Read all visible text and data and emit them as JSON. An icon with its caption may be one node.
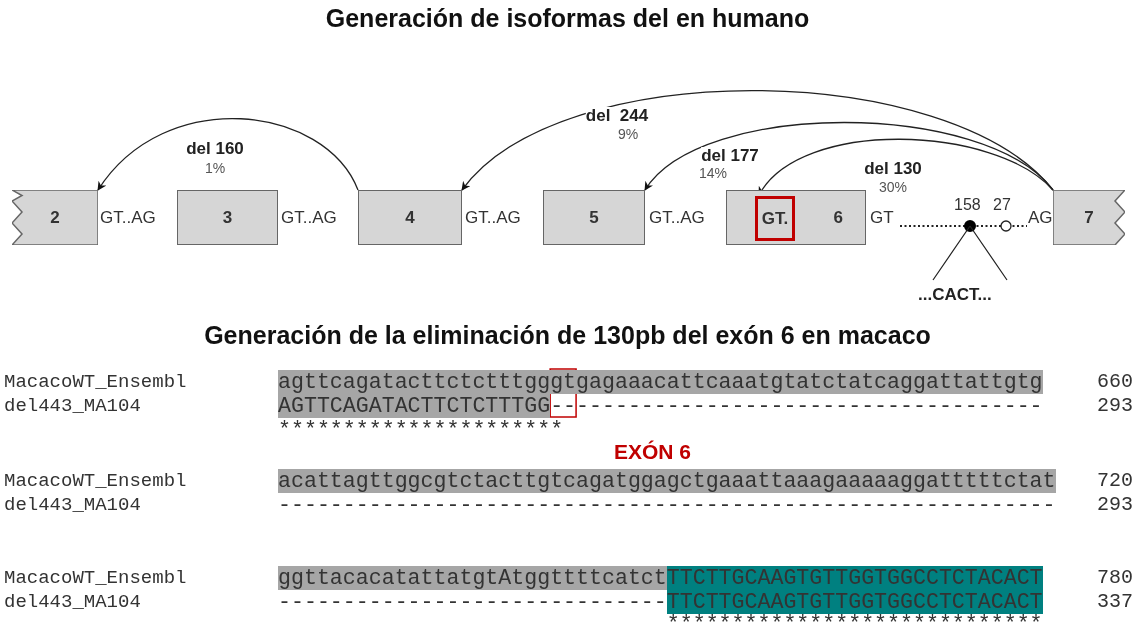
{
  "diagram": {
    "title": "Generación de isoformas del en humano",
    "nodes": [
      {
        "text": [
          "2"
        ]
      },
      {
        "text": [
          "3"
        ]
      },
      {
        "text": [
          "4"
        ]
      },
      {
        "text": [
          "5"
        ]
      },
      {
        "text": [
          "6"
        ]
      },
      {
        "text": [
          "GT."
        ],
        "in": 4
      },
      {
        "text": [
          "7"
        ]
      }
    ],
    "edges": [
      {
        "from": 2,
        "to": 0,
        "arrow": "to",
        "label": "del 160"
      },
      {
        "from": 6,
        "to": 2,
        "arrow": "to",
        "label": "del  244"
      },
      {
        "from": 6,
        "to": 3,
        "arrow": "to",
        "label": "del 177"
      },
      {
        "from": 6,
        "to": 5,
        "arrow": "to",
        "label": "del 130"
      }
    ],
    "labels": [
      "1%",
      "9%",
      "14%",
      "30%",
      "GT..AG",
      "GT..AG",
      "GT..AG",
      "GT..AG",
      "GT",
      "158",
      "27",
      "AG",
      "...CACT...",
      "Generación de la eliminación de 130pb del exón 6 en macaco",
      "MacacoWT_Ensembl",
      "agttcagatacttctctttgggtgagaaacattcaaatgtatctatcaggattattgtg",
      "660",
      "del443_MA104",
      "AGTTCAGATACTTCTCTTTGG",
      "--------------------------------------",
      "293",
      "**********************",
      "EXÓN 6",
      "MacacoWT_Ensembl",
      "acattagttggcgtctacttgtcagatggagctgaaattaaagaaaaaggatttttctat",
      "720",
      "del443_MA104",
      "------------------------------------------------------------",
      "293",
      "MacacoWT_Ensembl",
      "ggttacacatattatgtAtggttttcatct",
      "TTCTTGCAAGTGTTGGTGGCCTCTACACT",
      "780",
      "del443_MA104",
      "------------------------------",
      "TTCTTGCAAGTGTTGGTGGCCTCTACACT",
      "337",
      "*****************************"
    ]
  }
}
